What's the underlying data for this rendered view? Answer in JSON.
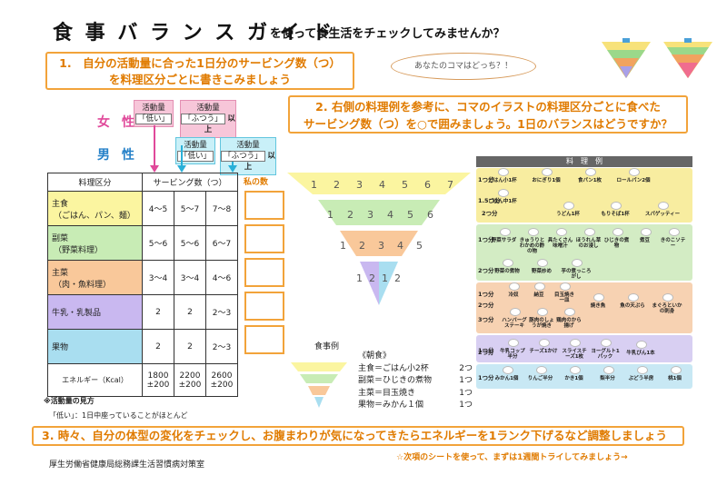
{
  "header": {
    "title": "食 事 バ ラ ン ス ガ イ ド",
    "subtitle": "を使って食生活をチェックしてみませんか？"
  },
  "steps": {
    "step1_line1": "1.　自分の活動量に合った1日分のサービング数（つ）",
    "step1_line2": "を料理区分ごとに書きこみましょう",
    "step2_line1": "2. 右側の料理例を参考に、コマのイラストの料理区分ごとに食べた",
    "step2_line2": "サービング数（つ）を○で囲みましょう。1日のバランスはどうですか？",
    "step3": "3. 時々、自分の体型の変化をチェックし、お腹まわりが気になってきたらエネルギーを1ランク下げるなど調整しましょう"
  },
  "cloud_text": "あなたのコマはどっち？！",
  "sex": {
    "female": "女 性",
    "male": "男 性",
    "activity_label": "活動量",
    "low": "「低い」",
    "normal": "「ふつう」",
    "above": "以上"
  },
  "table": {
    "header_category": "料理区分",
    "header_serving": "サービング数（つ）",
    "my_label": "私の数",
    "rows": [
      {
        "name": "主食",
        "sub": "（ごはん、パン、麺）",
        "v": [
          "4～5",
          "5～7",
          "7～8"
        ],
        "color": "#fbf5a0"
      },
      {
        "name": "副菜",
        "sub": "（野菜料理）",
        "v": [
          "5～6",
          "5～6",
          "6～7"
        ],
        "color": "#c8ecb5"
      },
      {
        "name": "主菜",
        "sub": "（肉・魚料理）",
        "v": [
          "3～4",
          "3～4",
          "4～6"
        ],
        "color": "#f9c89a"
      },
      {
        "name": "牛乳・乳製品",
        "sub": "",
        "v": [
          "2",
          "2",
          "2～3"
        ],
        "color": "#c9b8f0"
      },
      {
        "name": "果物",
        "sub": "",
        "v": [
          "2",
          "2",
          "2～3"
        ],
        "color": "#a9def0"
      }
    ],
    "energy_label": "エネルギー（Kcal）",
    "energy": [
      "1800",
      "2200",
      "2600"
    ],
    "energy_pm": "±200"
  },
  "note_title": "※活動量の見方",
  "note_body": "「低い」：1日中座っていることがほとんど",
  "pyramid": {
    "row1": [
      "1",
      "2",
      "3",
      "4",
      "5",
      "6",
      "7"
    ],
    "row2": [
      "1",
      "2",
      "3",
      "4",
      "5",
      "6"
    ],
    "row3": [
      "1",
      "2",
      "3",
      "4",
      "5"
    ],
    "row4": [
      "1",
      "2",
      "1",
      "2"
    ]
  },
  "example": {
    "title": "食事例",
    "meal": "《朝食》",
    "lines": [
      {
        "k": "主食＝ごはん小2杯",
        "v": "2つ"
      },
      {
        "k": "副菜＝ひじきの煮物",
        "v": "1つ"
      },
      {
        "k": "主菜＝目玉焼き",
        "v": "1つ"
      },
      {
        "k": "果物＝みかん１個",
        "v": "1つ"
      }
    ]
  },
  "ryori": {
    "title": "料　理　例",
    "staple_row1": {
      "count": "1つ分",
      "items": [
        "ごはん小1杯",
        "おにぎり1個",
        "食パン1枚",
        "ロールパン2個"
      ]
    },
    "staple_row15": {
      "count": "1.5つ分",
      "items": [
        "ごはん中1杯"
      ]
    },
    "staple_row2": {
      "count": "2つ分",
      "items": [
        "うどん1杯",
        "もりそば1杯",
        "スパゲッティー"
      ]
    },
    "side_row1": {
      "count": "1つ分",
      "items": [
        "野菜サラダ",
        "きゅうりとわかめの酢の物",
        "具たくさん味噌汁",
        "ほうれん草のお浸し",
        "ひじきの煮物",
        "煮豆",
        "きのこソテー"
      ]
    },
    "side_row2": {
      "count": "2つ分",
      "items": [
        "野菜の煮物",
        "野菜炒め",
        "芋の煮っころがし"
      ]
    },
    "main_row1": {
      "count": "1つ分",
      "items": [
        "冷奴",
        "納豆",
        "目玉焼き一皿"
      ]
    },
    "main_row2": {
      "count": "2つ分",
      "items": [
        "焼き魚",
        "魚の天ぷら",
        "まぐろといかの刺身"
      ]
    },
    "main_row3": {
      "count": "3つ分",
      "items": [
        "ハンバーグステーキ",
        "豚肉のしょうが焼き",
        "鶏肉のから揚げ"
      ]
    },
    "milk_row1": {
      "count": "1つ分",
      "items": [
        "牛乳コップ半分",
        "チーズ1かけ",
        "スライスチーズ1枚",
        "ヨーグルト1パック"
      ]
    },
    "milk_row2": {
      "count": "2つ分",
      "items": [
        "牛乳びん1本"
      ]
    },
    "fruit_row1": {
      "count": "1つ分",
      "items": [
        "みかん1個",
        "りんご半分",
        "かき1個",
        "梨半分",
        "ぶどう半房",
        "桃1個"
      ]
    }
  },
  "trial": "☆次項のシートを使って、まずは1週間トライしてみましょう→",
  "ministry": "厚生労働省健康局総務課生活習慣病対策室"
}
